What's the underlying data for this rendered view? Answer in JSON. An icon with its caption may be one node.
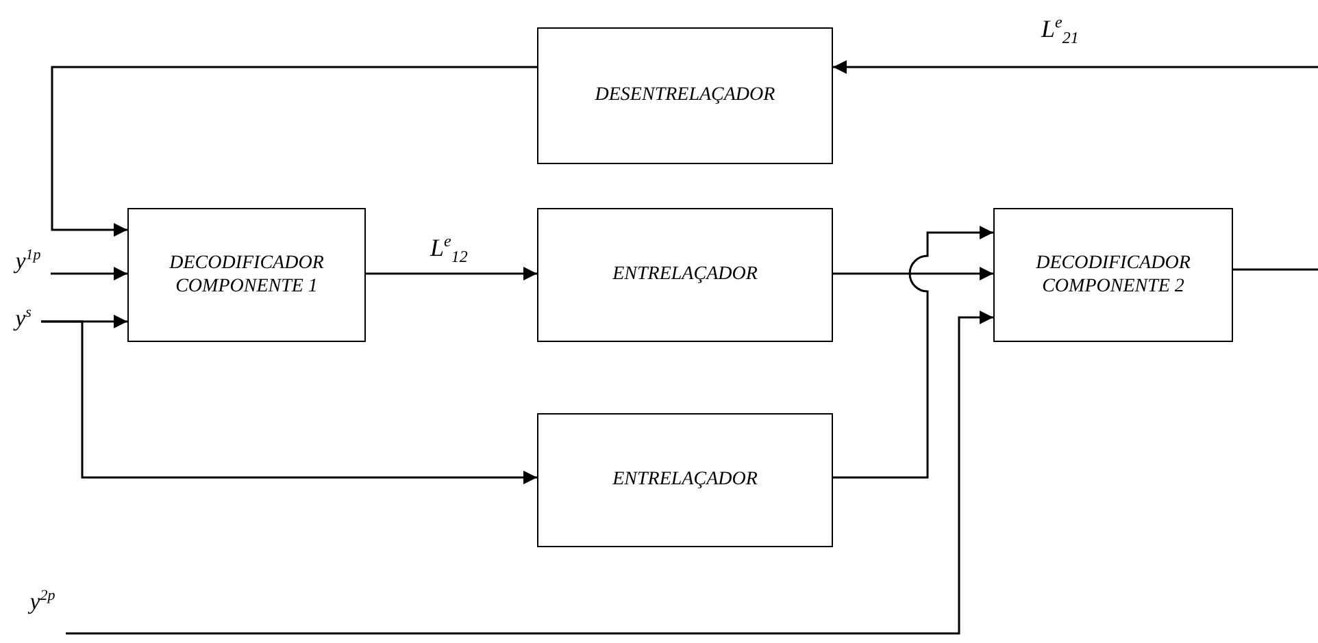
{
  "diagram": {
    "nodes": [
      {
        "text": [
          "DESENTRELAÇADOR"
        ]
      },
      {
        "text": [
          "DECODIFICADOR COMPONENTE 1"
        ]
      },
      {
        "text": [
          "ENTRELAÇADOR"
        ]
      },
      {
        "text": [
          "DECODIFICADOR COMPONENTE 2"
        ]
      },
      {
        "text": [
          "ENTRELAÇADOR"
        ]
      },
      {
        "text": [
          "y$^{1p}$"
        ]
      },
      {
        "text": [
          "y$^{s}$"
        ]
      },
      {
        "text": [
          "y$^{2p}$"
        ]
      }
    ],
    "edges": [
      {
        "from": null,
        "to": 0,
        "arrow": "to",
        "label": "L$^{e}$$_{21}$"
      },
      {
        "from": 0,
        "to": 1,
        "arrow": "to"
      },
      {
        "from": 5,
        "to": 1,
        "arrow": "to"
      },
      {
        "from": 6,
        "to": 1,
        "arrow": "to"
      },
      {
        "from": 6,
        "to": 4,
        "arrow": "to"
      },
      {
        "from": 1,
        "to": 2,
        "arrow": "to",
        "label": "L$^{e}$$_{12}$"
      },
      {
        "from": 2,
        "to": 3,
        "arrow": "to"
      },
      {
        "from": 4,
        "to": 3,
        "arrow": "to"
      },
      {
        "from": 7,
        "to": 3,
        "arrow": "to"
      },
      {
        "from": 3,
        "to": null,
        "arrow": "none"
      }
    ]
  }
}
